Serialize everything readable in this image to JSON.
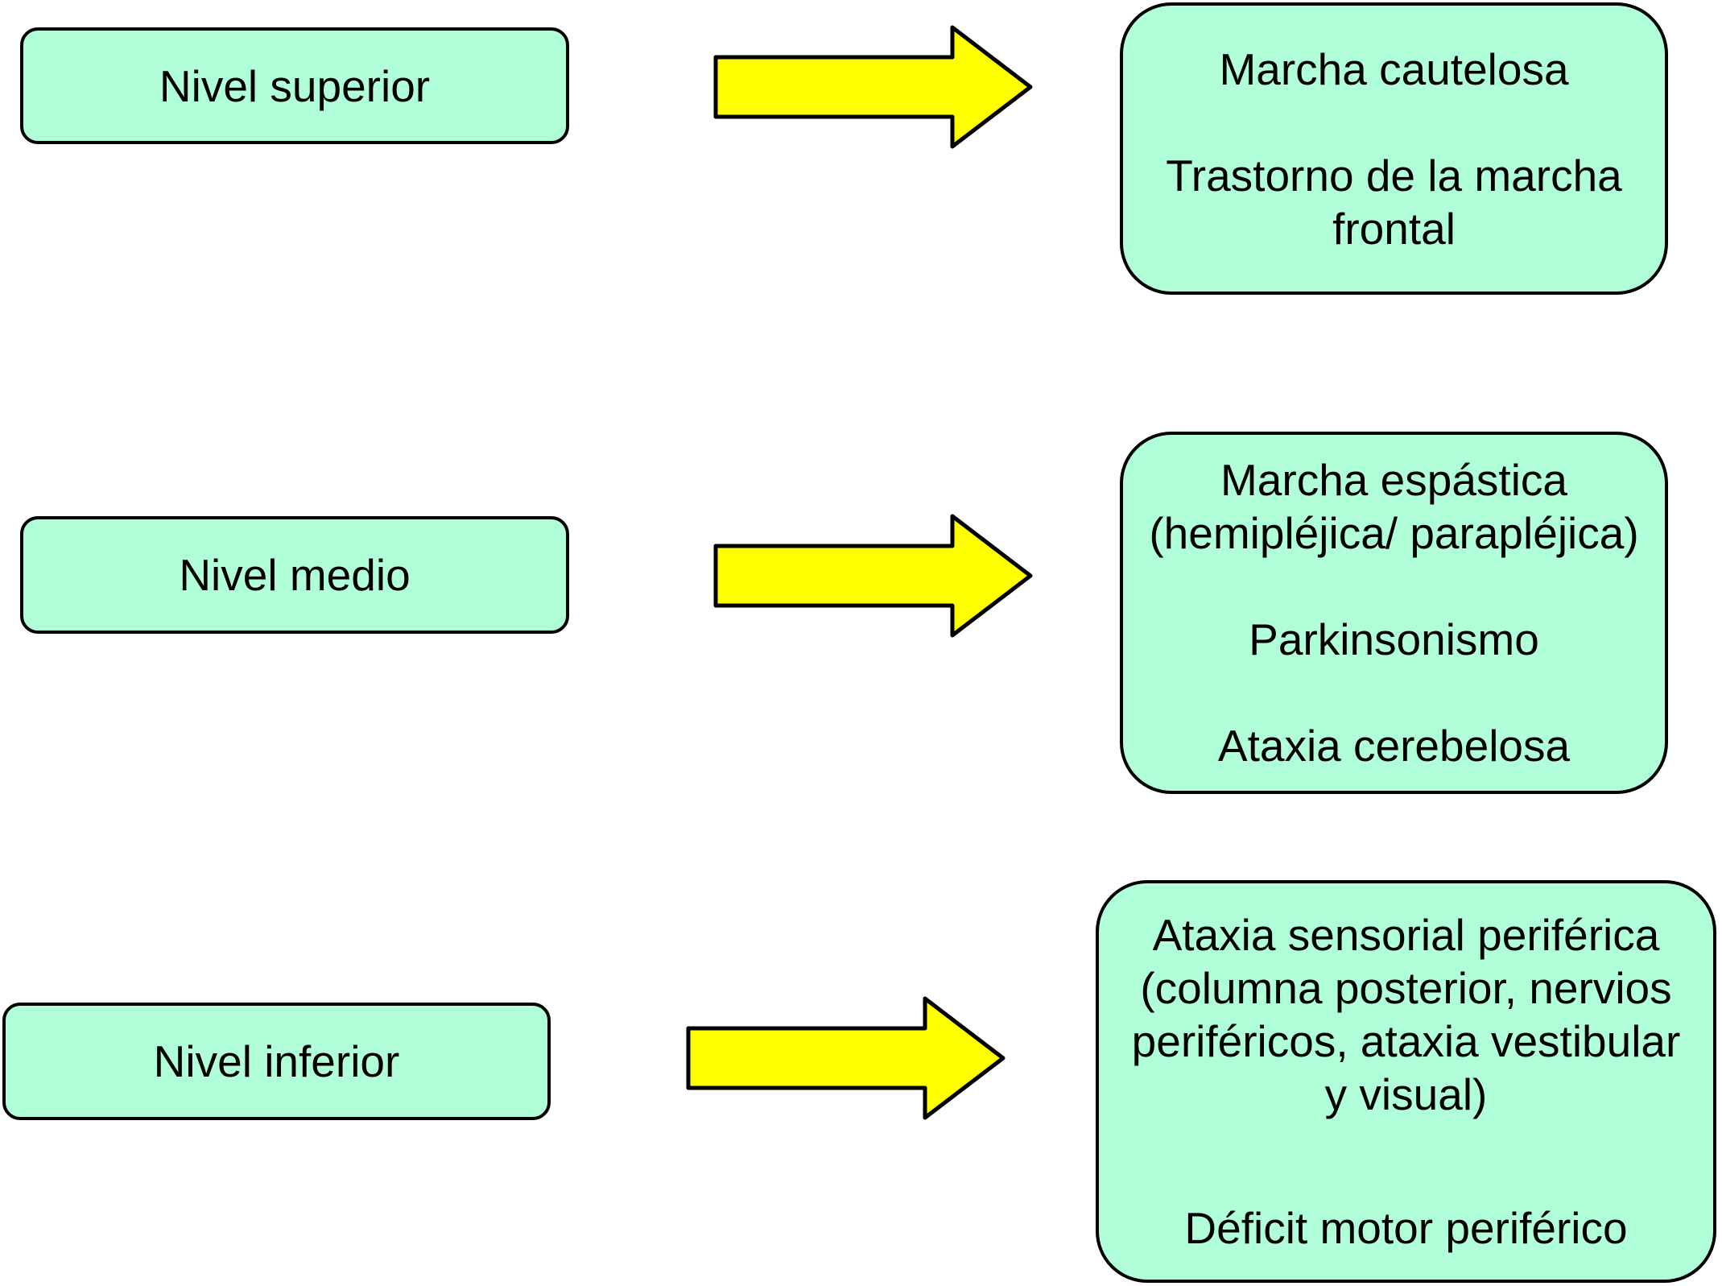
{
  "diagram": {
    "colors": {
      "box_fill": "#b1ffd9",
      "arrow_fill": "#ffff00",
      "stroke": "#000000"
    },
    "rows": [
      {
        "level": "Nivel superior",
        "outcome_groups": [
          [
            "Marcha cautelosa"
          ],
          [
            "Trastorno de la marcha",
            "frontal"
          ]
        ]
      },
      {
        "level": "Nivel medio",
        "outcome_groups": [
          [
            "Marcha espástica",
            "(hemipléjica/ parapléjica)"
          ],
          [
            "Parkinsonismo"
          ],
          [
            "Ataxia cerebelosa"
          ]
        ]
      },
      {
        "level": "Nivel inferior",
        "outcome_groups": [
          [
            "Ataxia sensorial periférica",
            "(columna posterior, nervios",
            "periféricos, ataxia vestibular",
            "y visual)"
          ],
          [
            "Déficit motor periférico"
          ]
        ]
      }
    ]
  }
}
